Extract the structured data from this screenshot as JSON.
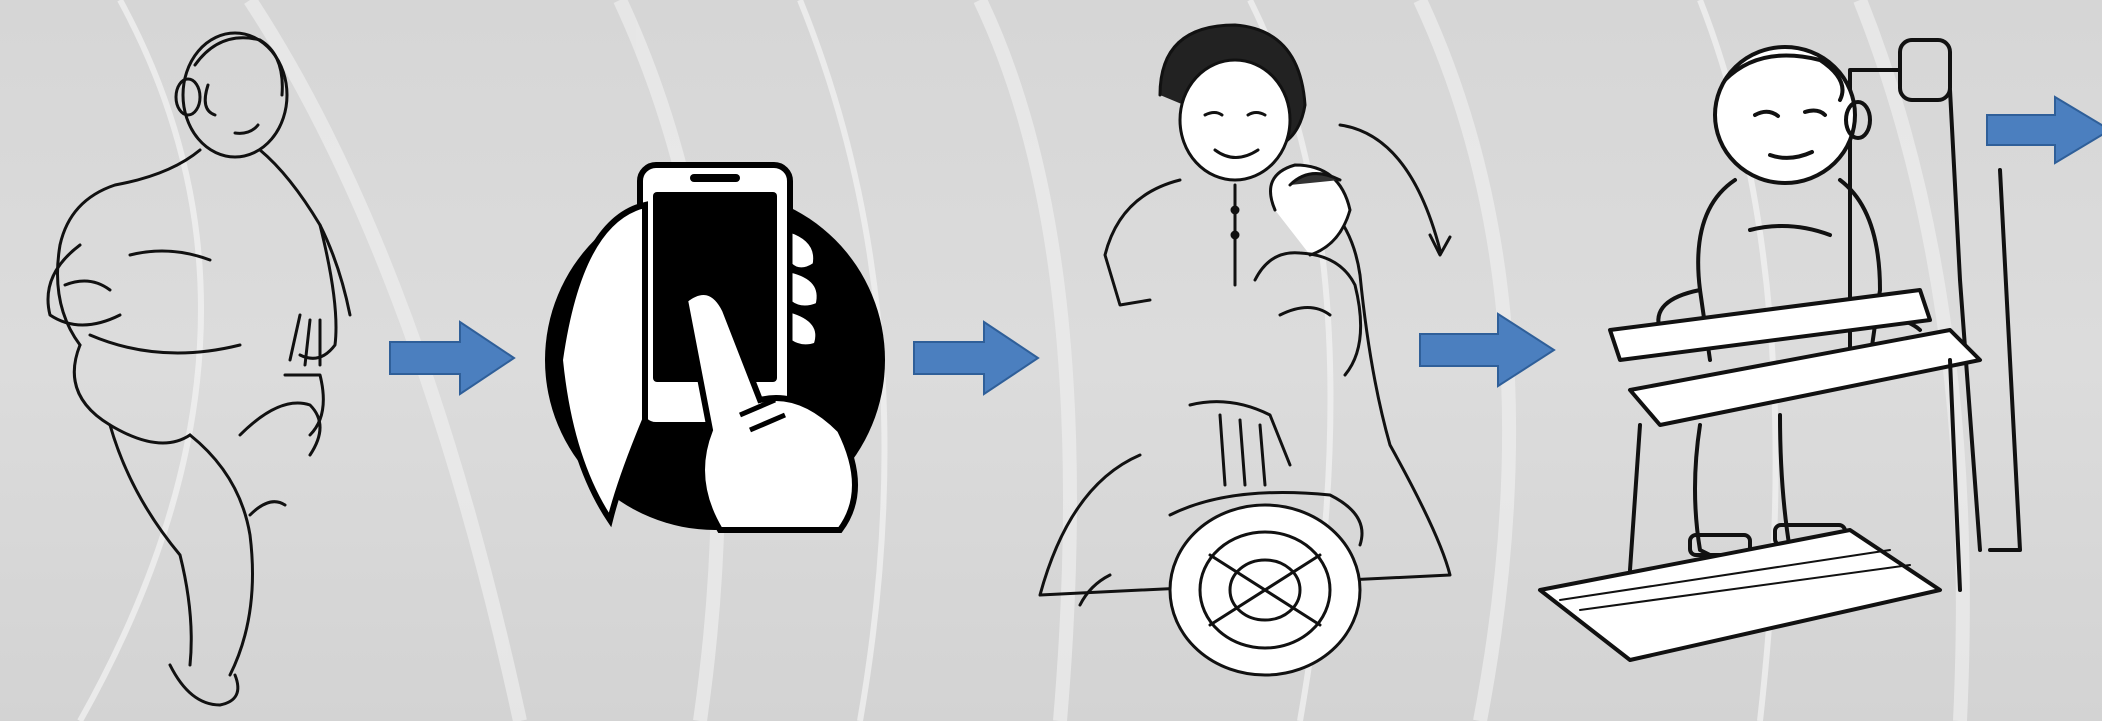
{
  "colors": {
    "background": "#d8d8d8",
    "background_stripe": "#ececec",
    "line_art": "#111111",
    "arrow_fill": "#4b7fbf",
    "arrow_stroke": "#2f5f99"
  },
  "steps": [
    {
      "illustration": "child-with-motor-impairment-drawing"
    },
    {
      "illustration": "hands-holding-smartphone-icon"
    },
    {
      "illustration": "mother-supporting-child-on-roller-drawing"
    },
    {
      "illustration": "child-in-adaptive-chair-drawing"
    }
  ],
  "connectors": [
    {
      "icon": "right-arrow-icon"
    },
    {
      "icon": "right-arrow-icon"
    },
    {
      "icon": "right-arrow-icon"
    },
    {
      "icon": "right-arrow-icon"
    }
  ]
}
